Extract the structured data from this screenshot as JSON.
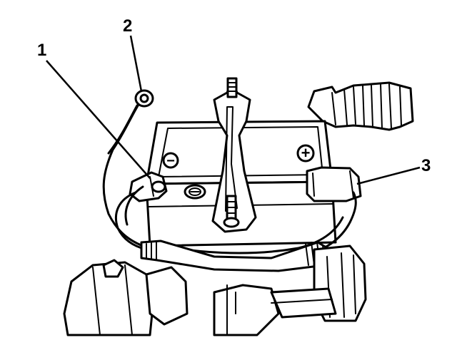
{
  "callouts": [
    {
      "id": "1",
      "label": "1"
    },
    {
      "id": "2",
      "label": "2"
    },
    {
      "id": "3",
      "label": "3"
    }
  ],
  "terminal_symbols": {
    "negative": "−",
    "positive": "+"
  },
  "colors": {
    "ink": "#000000",
    "paper": "#ffffff"
  }
}
